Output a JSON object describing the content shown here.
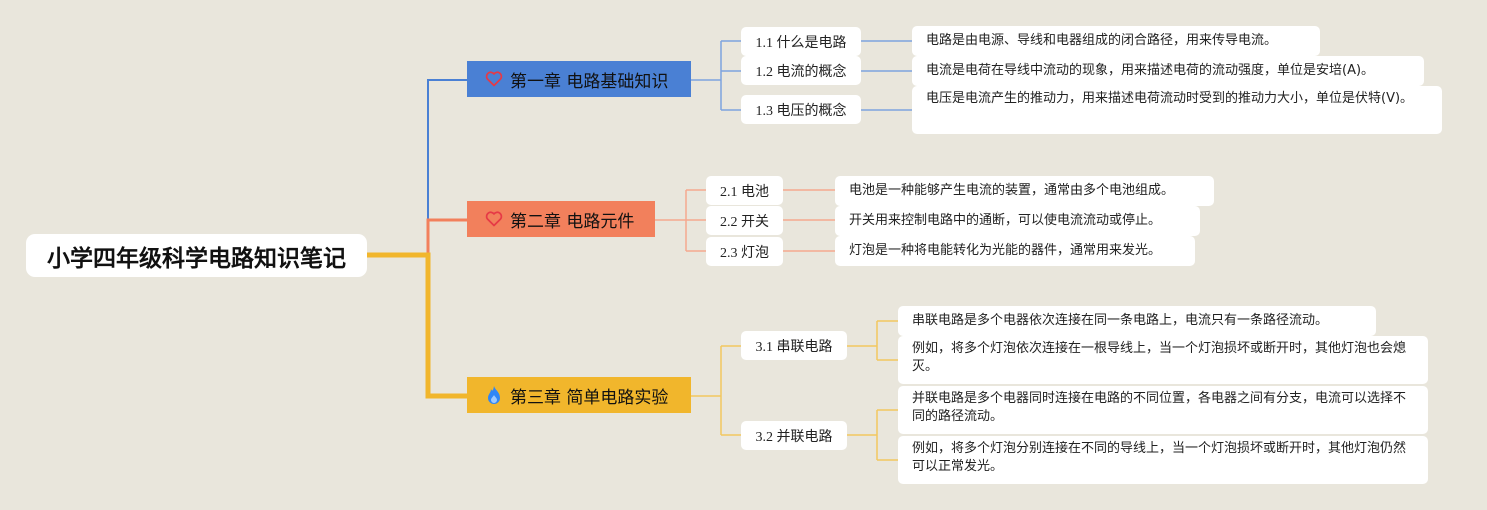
{
  "root": {
    "title": "小学四年级科学电路知识笔记"
  },
  "colors": {
    "background": "#e9e6dc",
    "chapter1": "#4a80d4",
    "chapter2": "#f2805c",
    "chapter3": "#f1b62c"
  },
  "chapters": [
    {
      "icon": "heart-outline-icon",
      "title": "第一章 电路基础知识",
      "sections": [
        {
          "label": "1.1 什么是电路",
          "notes": [
            "电路是由电源、导线和电器组成的闭合路径，用来传导电流。"
          ]
        },
        {
          "label": "1.2 电流的概念",
          "notes": [
            "电流是电荷在导线中流动的现象，用来描述电荷的流动强度，单位是安培(A)。"
          ]
        },
        {
          "label": "1.3 电压的概念",
          "notes": [
            "电压是电流产生的推动力，用来描述电荷流动时受到的推动力大小，单位是伏特(V)。"
          ]
        }
      ]
    },
    {
      "icon": "heart-outline-icon",
      "title": "第二章 电路元件",
      "sections": [
        {
          "label": "2.1 电池",
          "notes": [
            "电池是一种能够产生电流的装置，通常由多个电池组成。"
          ]
        },
        {
          "label": "2.2 开关",
          "notes": [
            "开关用来控制电路中的通断，可以使电流流动或停止。"
          ]
        },
        {
          "label": "2.3 灯泡",
          "notes": [
            "灯泡是一种将电能转化为光能的器件，通常用来发光。"
          ]
        }
      ]
    },
    {
      "icon": "fire-icon",
      "title": "第三章 简单电路实验",
      "sections": [
        {
          "label": "3.1 串联电路",
          "notes": [
            "串联电路是多个电器依次连接在同一条电路上，电流只有一条路径流动。",
            "例如，将多个灯泡依次连接在一根导线上，当一个灯泡损坏或断开时，其他灯泡也会熄灭。"
          ]
        },
        {
          "label": "3.2 并联电路",
          "notes": [
            "并联电路是多个电器同时连接在电路的不同位置，各电器之间有分支，电流可以选择不同的路径流动。",
            "例如，将多个灯泡分别连接在不同的导线上，当一个灯泡损坏或断开时，其他灯泡仍然可以正常发光。"
          ]
        }
      ]
    }
  ]
}
